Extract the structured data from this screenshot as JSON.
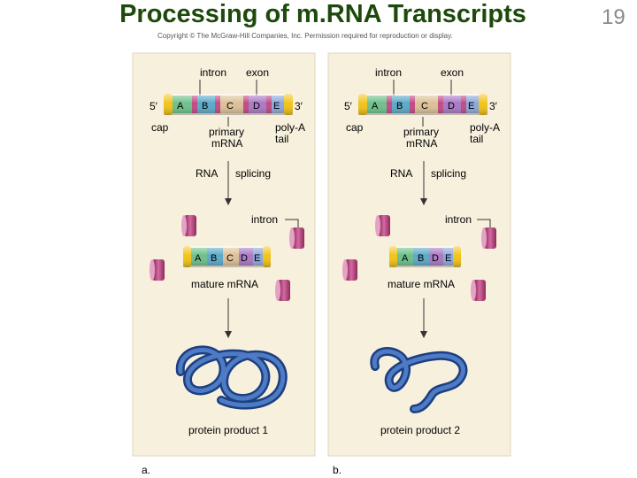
{
  "slide": {
    "title": "Processing of m.RNA Transcripts",
    "number": "19",
    "copyright": "Copyright © The McGraw-Hill Companies, Inc. Permission required for reproduction or display."
  },
  "panels": [
    {
      "panel_label": "a.",
      "intron_label": "intron",
      "exon_label": "exon",
      "five_prime": "5′",
      "three_prime": "3′",
      "exons": [
        "A",
        "B",
        "C",
        "D",
        "E"
      ],
      "cap_label": "cap",
      "primary_label_1": "primary",
      "primary_label_2": "mRNA",
      "polya_label_1": "poly-A",
      "polya_label_2": "tail",
      "rna_label": "RNA",
      "splicing_label": "splicing",
      "intron_label_2": "intron",
      "mature_exons": [
        "A",
        "B",
        "C",
        "D",
        "E"
      ],
      "mature_label": "mature mRNA",
      "product_label": "protein product 1"
    },
    {
      "panel_label": "b.",
      "intron_label": "intron",
      "exon_label": "exon",
      "five_prime": "5′",
      "three_prime": "3′",
      "exons": [
        "A",
        "B",
        "C",
        "D",
        "E"
      ],
      "cap_label": "cap",
      "primary_label_1": "primary",
      "primary_label_2": "mRNA",
      "polya_label_1": "poly-A",
      "polya_label_2": "tail",
      "rna_label": "RNA",
      "splicing_label": "splicing",
      "intron_label_2": "intron",
      "mature_exons": [
        "A",
        "B",
        "D",
        "E"
      ],
      "mature_label": "mature mRNA",
      "product_label": "protein product 2"
    }
  ],
  "colors": {
    "title": "#1d4a0c",
    "panel_bg": "#f7f0dd",
    "cap": "#f2c318",
    "exon_a": "#6cc08a",
    "exon_b": "#5aa9c9",
    "exon_c": "#dcc096",
    "exon_d": "#a978c4",
    "exon_e": "#8aa7dc",
    "intron": "#c04a83",
    "protein": "#2b55a0"
  }
}
